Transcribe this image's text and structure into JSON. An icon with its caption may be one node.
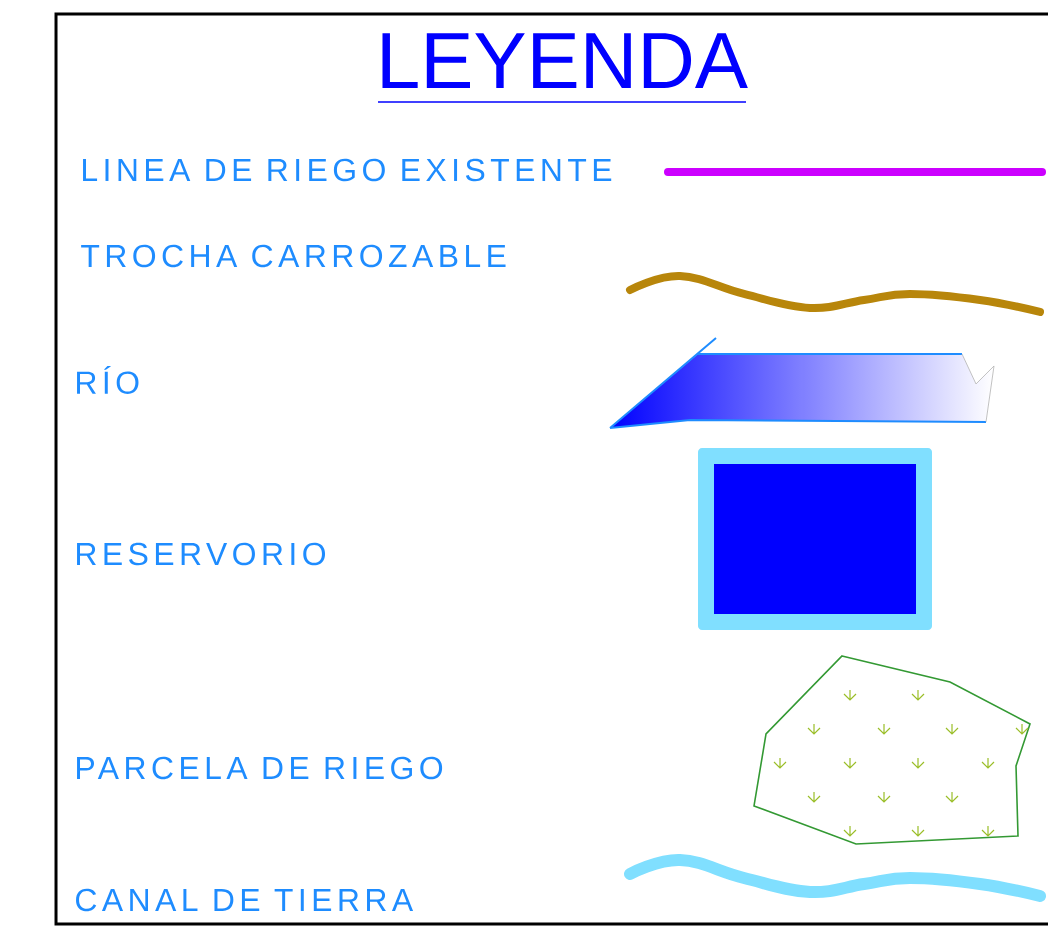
{
  "diagram": {
    "title": "LEYENDA",
    "legend": [
      {
        "text": "LINEA DE RIEGO EXISTENTE"
      },
      {
        "text": "TROCHA CARROZABLE"
      },
      {
        "text": "RÍO"
      },
      {
        "text": "RESERVORIO"
      },
      {
        "text": "PARCELA DE RIEGO"
      },
      {
        "text": "CANAL DE TIERRA"
      }
    ]
  }
}
